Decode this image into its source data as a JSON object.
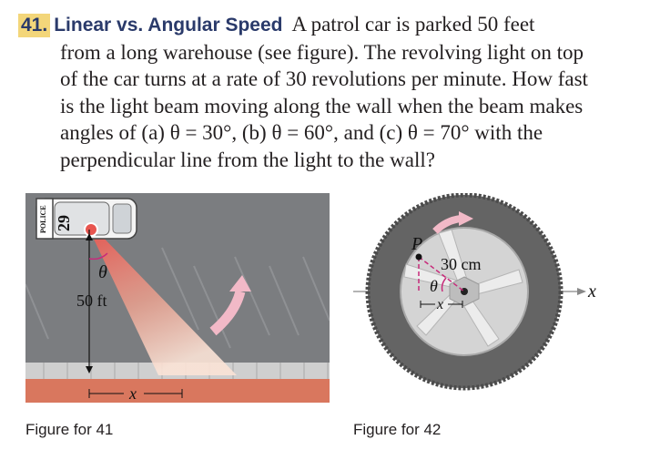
{
  "problem": {
    "number": "41.",
    "title": "Linear vs. Angular Speed",
    "lines": [
      "A patrol car is parked 50 feet",
      "from a long warehouse (see figure). The revolving light on top",
      "of the car turns at a rate of 30 revolutions per minute. How fast",
      "is the light beam moving along the wall when the beam makes",
      "angles of (a) θ = 30°, (b) θ = 60°, and (c) θ = 70° with the",
      "perpendicular line from the light to the wall?"
    ]
  },
  "figure41": {
    "caption": "Figure for 41",
    "police_label": "POLICE",
    "car_number": "29",
    "angle_label": "θ",
    "distance_label": "50 ft",
    "x_label": "x"
  },
  "figure42": {
    "caption": "Figure for 42",
    "point_label": "P",
    "radius_label": "30 cm",
    "angle_label": "θ",
    "x_inner_label": "x",
    "x_axis_label": "x"
  },
  "colors": {
    "title_blue": "#2a3a6a",
    "number_highlight": "#f3d67a",
    "ground": "#7a7c7e",
    "wall": "#d8785f",
    "tire": "#656565",
    "arrow_pink": "#f2b9c7"
  }
}
